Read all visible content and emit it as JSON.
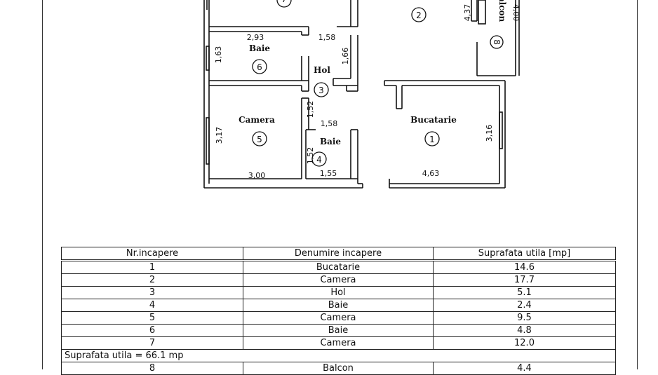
{
  "rooms": {
    "r1": {
      "name": "Bucatarie",
      "num": "1"
    },
    "r2": {
      "num": "2"
    },
    "r3": {
      "name": "Hol",
      "num": "3"
    },
    "r4": {
      "name": "Baie",
      "num": "4"
    },
    "r5": {
      "name": "Camera",
      "num": "5"
    },
    "r6": {
      "name": "Baie",
      "num": "6"
    },
    "r8": {
      "name": "Balcon",
      "num": "8"
    }
  },
  "dims": {
    "d293": "2,93",
    "d158a": "1,58",
    "d163": "1,63",
    "d166": "1,66",
    "d437": "4,37",
    "d400": "4,00",
    "d152a": "1,52",
    "d158b": "1,58",
    "d317": "3,17",
    "d316": "3,16",
    "d152b": "1,52",
    "d155": "1,55",
    "d300": "3,00",
    "d463": "4,63"
  },
  "table": {
    "headers": [
      "Nr.incapere",
      "Denumire incapere",
      "Suprafata utila [mp]"
    ],
    "rows": [
      [
        "1",
        "Bucatarie",
        "14.6"
      ],
      [
        "2",
        "Camera",
        "17.7"
      ],
      [
        "3",
        "Hol",
        "5.1"
      ],
      [
        "4",
        "Baie",
        "2.4"
      ],
      [
        "5",
        "Camera",
        "9.5"
      ],
      [
        "6",
        "Baie",
        "4.8"
      ],
      [
        "7",
        "Camera",
        "12.0"
      ]
    ],
    "total": "Suprafata utila = 66.1 mp",
    "partial": [
      "8",
      "Balcon",
      "4.4"
    ]
  }
}
